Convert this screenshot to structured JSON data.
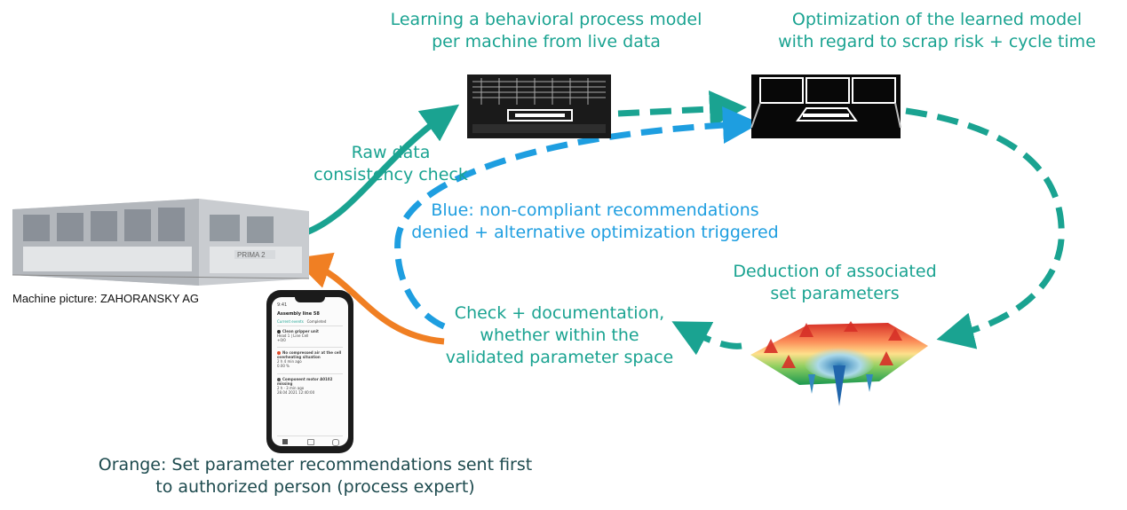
{
  "labels": {
    "learning": [
      "Learning a behavioral process model",
      "per machine from live data"
    ],
    "optimization": [
      "Optimization of the learned model",
      "with regard to scrap risk + cycle time"
    ],
    "raw_data": [
      "Raw data",
      "consistency check"
    ],
    "blue": [
      "Blue: non-compliant recommendations",
      "denied + alternative optimization triggered"
    ],
    "deduction": [
      "Deduction of associated",
      "set parameters"
    ],
    "check": [
      "Check + documentation,",
      "whether within the",
      "validated parameter space"
    ],
    "orange": [
      "Orange: Set parameter recommendations sent first",
      "to authorized person (process expert)"
    ],
    "machine_caption": "Machine picture: ZAHORANSKY AG"
  },
  "phone": {
    "time": "9:41",
    "title": "Assembly line 58",
    "tabs": [
      "Current events",
      "Completed"
    ],
    "items": [
      {
        "title": "Clean gripper unit",
        "line1": "Head 1 | Line Cell",
        "line2": "+0/0"
      },
      {
        "title": "No compressed air at the cell overheating situation",
        "line1": "2 h 4 min ago",
        "line2": "0.00 %"
      },
      {
        "title": "Component motor A0102 missing",
        "line1": "2 h · 3 min ago",
        "line2": "28.04 2021 12:40:00"
      }
    ]
  },
  "colors": {
    "teal": "#1aa391",
    "blue": "#1e9ee0",
    "orange": "#f07f23",
    "dark_teal": "#1d4a4e"
  },
  "icons": [
    "machine-photo",
    "behavior-model-image",
    "optimized-model-image",
    "smartphone-app",
    "3d-surface-plot"
  ]
}
